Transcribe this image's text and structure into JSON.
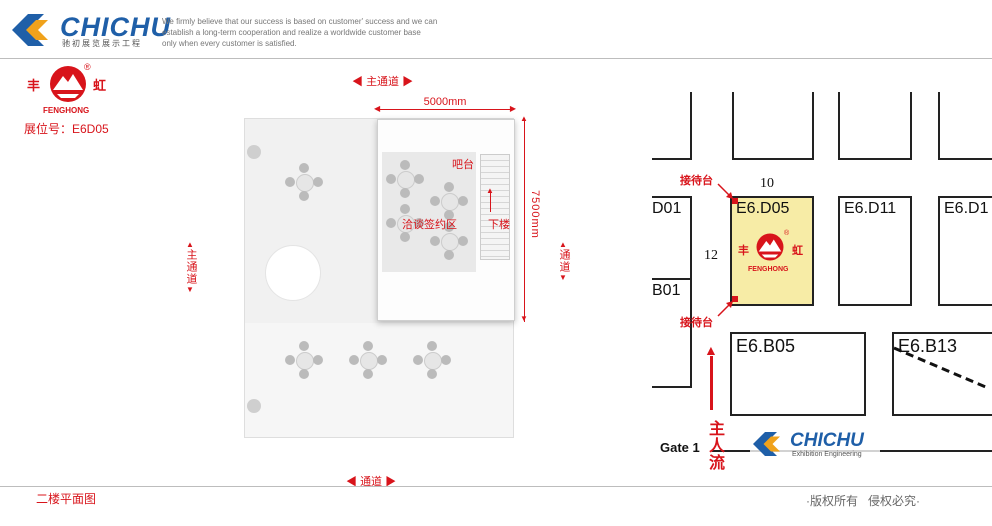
{
  "header": {
    "brand": "CHICHU",
    "brand_sub": "驰初展览展示工程",
    "slogan_1": "We firmly believe that our success is based on customer' success and we can",
    "slogan_2": "establish a long-term cooperation and realize a worldwide customer base",
    "slogan_3": "only when every customer is satisfied."
  },
  "client": {
    "char_left": "丰",
    "char_right": "虹",
    "registered": "®",
    "name_en": "FENGHONG",
    "booth_no": "展位号：E6D05"
  },
  "plan": {
    "main_aisle_top": "主通道",
    "main_aisle_left": "主通道",
    "aisle_right": "通道",
    "aisle_bottom": "通道",
    "width_dim": "5000mm",
    "depth_dim": "7500mm",
    "bar": "吧台",
    "negotiation": "洽谈签约区",
    "stairs_down": "下楼"
  },
  "map": {
    "reception_top": "接待台",
    "reception_bottom": "接待台",
    "num_10": "10",
    "num_12": "12",
    "booth_main": "E6.D05",
    "booth_d11": "E6.D11",
    "booth_d1x": "E6.D1",
    "booth_d01": "D01",
    "booth_b01": "B01",
    "booth_b05": "E6.B05",
    "booth_b13": "E6.B13",
    "crowd_flow": "主人流",
    "gate": "Gate 1",
    "brand_small": "CHICHU",
    "brand_small_sub": "Exhibition Engineering"
  },
  "footer": {
    "title": "二楼平面图",
    "copyright": "·版权所有   侵权必究·"
  },
  "colors": {
    "brand_blue": "#1f5fa8",
    "brand_orange": "#f0a21b",
    "accent_red": "#d8141b",
    "booth_highlight": "#f7eca6"
  }
}
